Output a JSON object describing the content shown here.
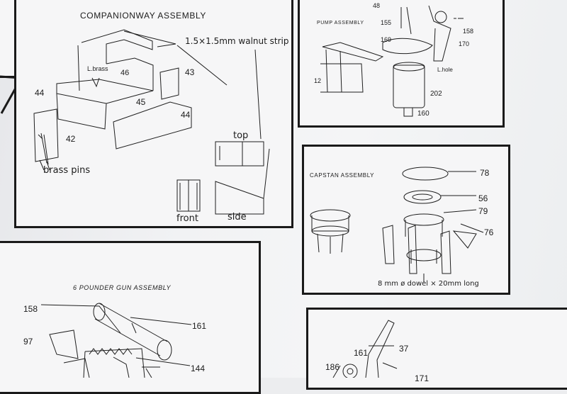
{
  "companionway": {
    "title": "COMPANIONWAY ASSEMBLY",
    "strip_label": "1.5×1.5mm walnut strip",
    "brass_label": "L.brass",
    "parts": [
      "46",
      "43",
      "44",
      "45",
      "44",
      "42"
    ],
    "pins_label": "brass pins",
    "views": {
      "top": "top",
      "front": "front",
      "side": "side"
    }
  },
  "pump": {
    "title": "PUMP ASSEMBLY",
    "parts": [
      "48",
      "155",
      "158",
      "169",
      "170",
      "12",
      "202",
      "160"
    ],
    "hole_label": "L.hole"
  },
  "capstan": {
    "title": "CAPSTAN ASSEMBLY",
    "parts": [
      "78",
      "56",
      "79",
      "76"
    ],
    "dowel_label": "8 mm ø dowel × 20mm long"
  },
  "gun": {
    "title": "6 POUNDER GUN ASSEMBLY",
    "parts": [
      "158",
      "161",
      "97",
      "144"
    ]
  },
  "carriage": {
    "parts": [
      "37",
      "161",
      "186",
      "171"
    ]
  }
}
